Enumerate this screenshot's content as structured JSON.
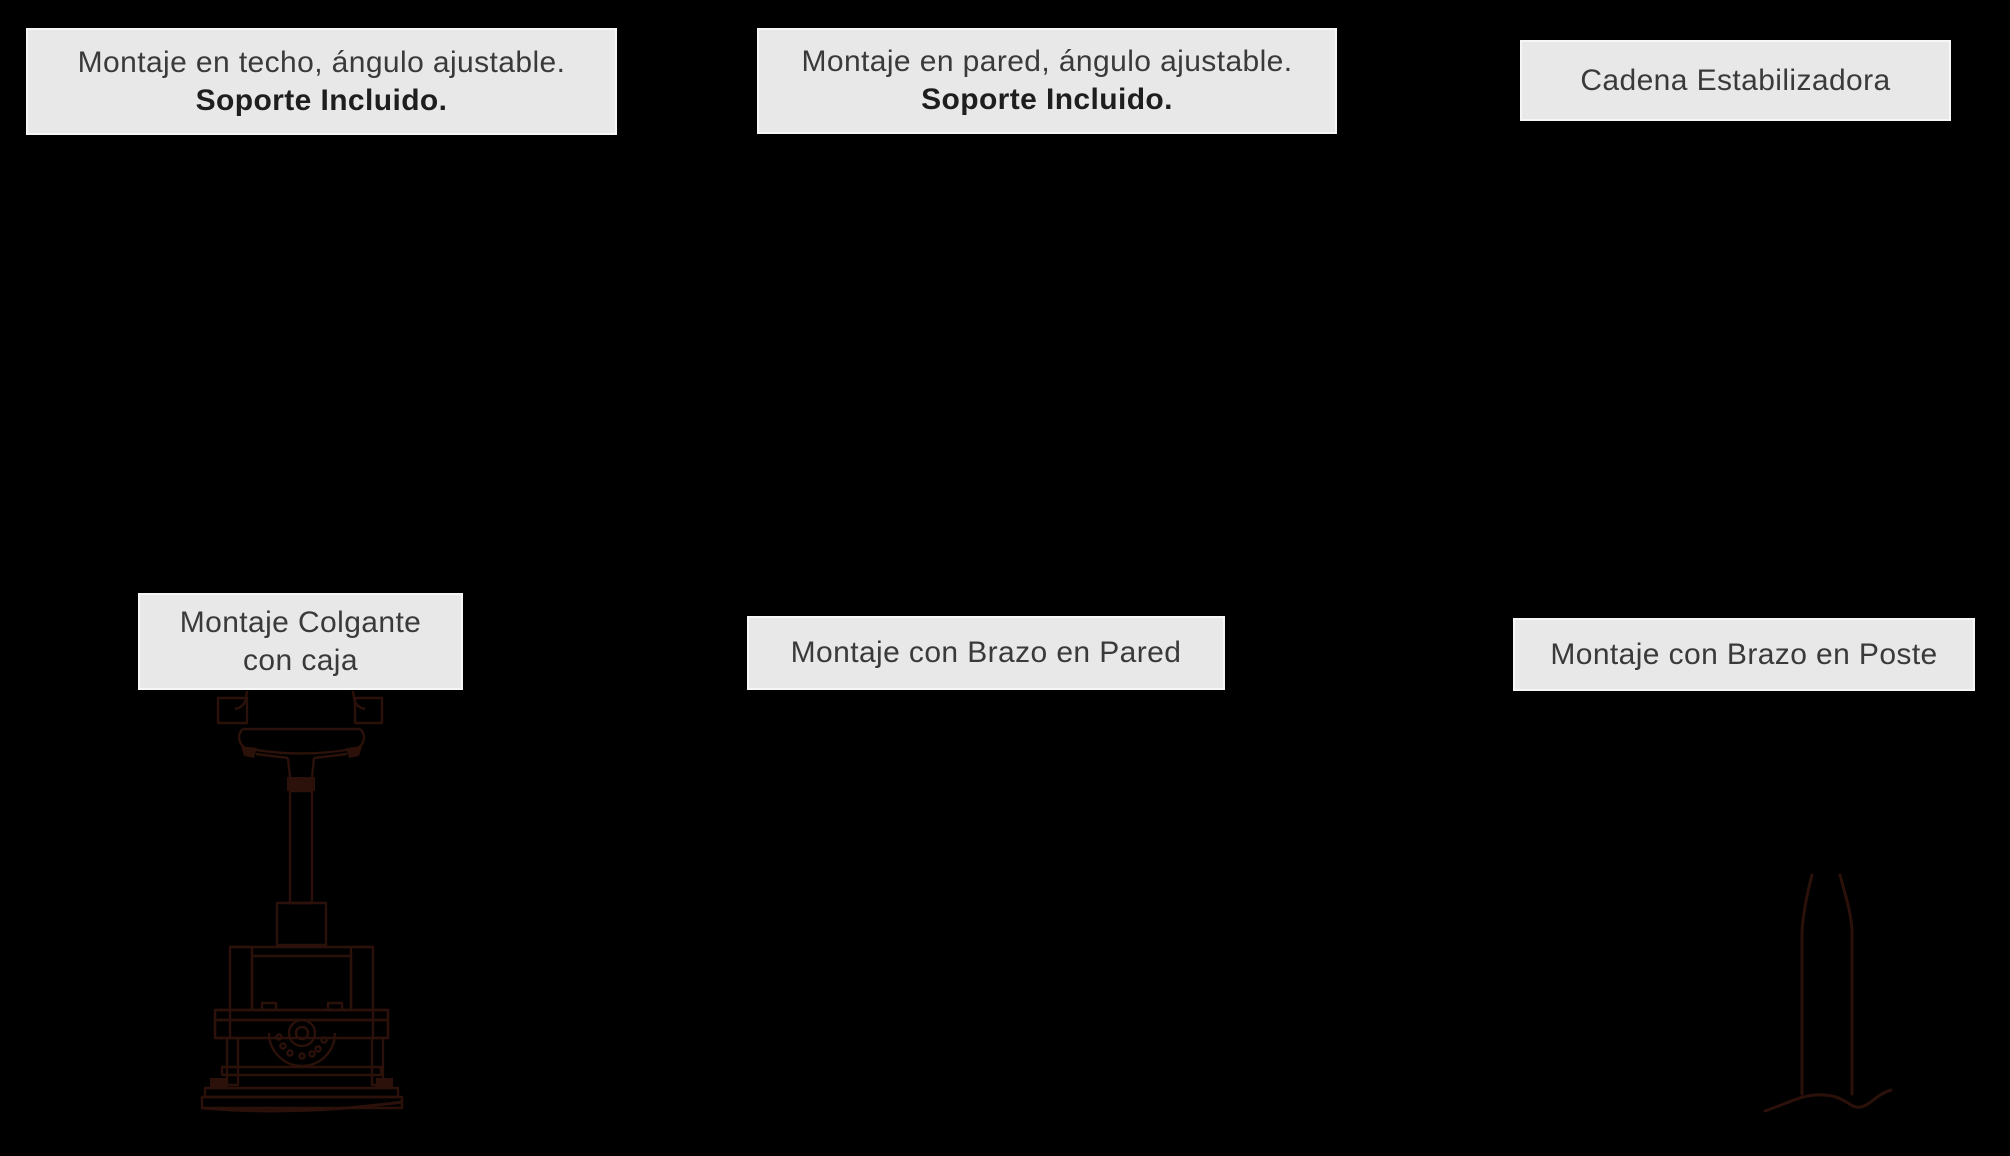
{
  "page": {
    "background": "#000000",
    "description_language": "es"
  },
  "styles": {
    "page_bg": "#000000",
    "box_bg": "#e8e8e8",
    "box_border": "#f6f6f6",
    "text_color": "#3a3a3a",
    "bold_text_color": "#1e1e1e",
    "ink_color": "#2b1109"
  },
  "labels": {
    "ceiling": {
      "line1": "Montaje en techo, ángulo ajustable.",
      "line2": "Soporte Incluido."
    },
    "wall": {
      "line1": "Montaje en pared, ángulo ajustable.",
      "line2": "Soporte Incluido."
    },
    "chain": {
      "line1": "Cadena Estabilizadora"
    },
    "pendant": {
      "line1": "Montaje Colgante",
      "line2": "con caja"
    },
    "wall_arm": {
      "line1": "Montaje con Brazo en Pared"
    },
    "pole_arm": {
      "line1": "Montaje con Brazo en Poste"
    }
  },
  "drawings": {
    "pendant_mount": "pendant-camera-mount-line-drawing",
    "pole_mount": "tapered-pole-line-drawing"
  }
}
